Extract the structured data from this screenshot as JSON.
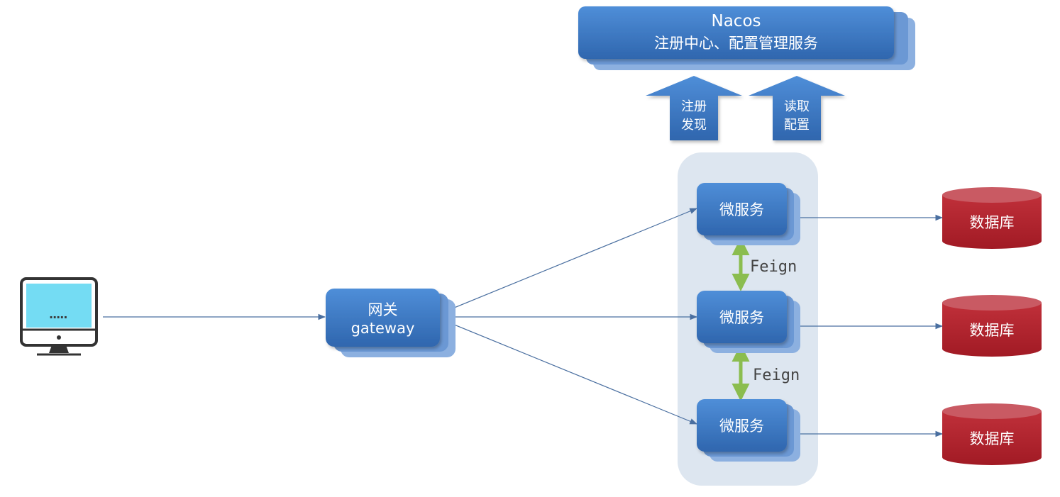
{
  "nacos": {
    "title": "Nacos",
    "subtitle": "注册中心、配置管理服务"
  },
  "arrows": {
    "register": [
      "注册",
      "发现"
    ],
    "config": [
      "读取",
      "配置"
    ]
  },
  "gateway": {
    "line1": "网关",
    "line2": "gateway"
  },
  "microservices": [
    "微服务",
    "微服务",
    "微服务"
  ],
  "feign_labels": [
    "Feign",
    "Feign"
  ],
  "databases": [
    "数据库",
    "数据库",
    "数据库"
  ],
  "client": {
    "screen_text": "....."
  },
  "colors": {
    "service_blue": "#3f7cc6",
    "shadow_blue": "#6b98d4",
    "db_red": "#b3222c",
    "feign_green": "#8bbd4f",
    "line_blue": "#4a6fa0",
    "group_bg": "#dde6f0",
    "screen_cyan": "#74dcf3"
  }
}
